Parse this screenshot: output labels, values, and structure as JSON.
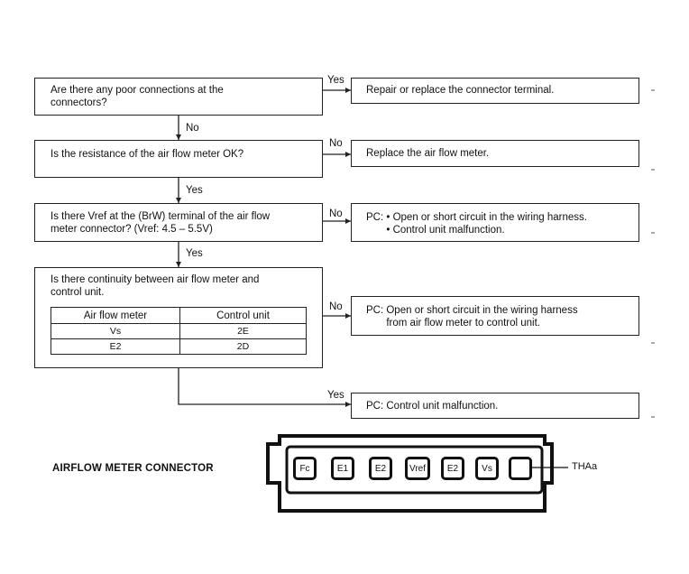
{
  "flow": {
    "q1": "Are there any poor connections at the\nconnectors?",
    "q1_yes": "Yes",
    "a1": "Repair or replace the connector terminal.",
    "no1": "No",
    "q2": "Is the resistance of the air flow meter OK?",
    "q2_no": "No",
    "a2": "Replace the air flow meter.",
    "yes2": "Yes",
    "q3": "Is there Vref at the (BrW) terminal of the air flow\nmeter connector? (Vref: 4.5 – 5.5V)",
    "q3_no": "No",
    "a3": "PC: • Open or short circuit in the wiring harness.\n       • Control unit malfunction.",
    "yes3": "Yes",
    "q4": "Is there continuity between air flow meter and\ncontrol unit.",
    "q4_no": "No",
    "a4": "PC: Open or short circuit in the wiring harness\n       from air flow meter to control unit.",
    "q4_yes": "Yes",
    "a5": "PC: Control unit malfunction."
  },
  "continuity_table": {
    "headers": [
      "Air flow meter",
      "Control unit"
    ],
    "rows": [
      [
        "Vs",
        "2E"
      ],
      [
        "E2",
        "2D"
      ]
    ]
  },
  "connector": {
    "title": "AIRFLOW METER CONNECTOR",
    "pins": [
      "Fc",
      "E1",
      "E2",
      "Vref",
      "E2",
      "Vs",
      ""
    ],
    "callout": "THAa"
  }
}
